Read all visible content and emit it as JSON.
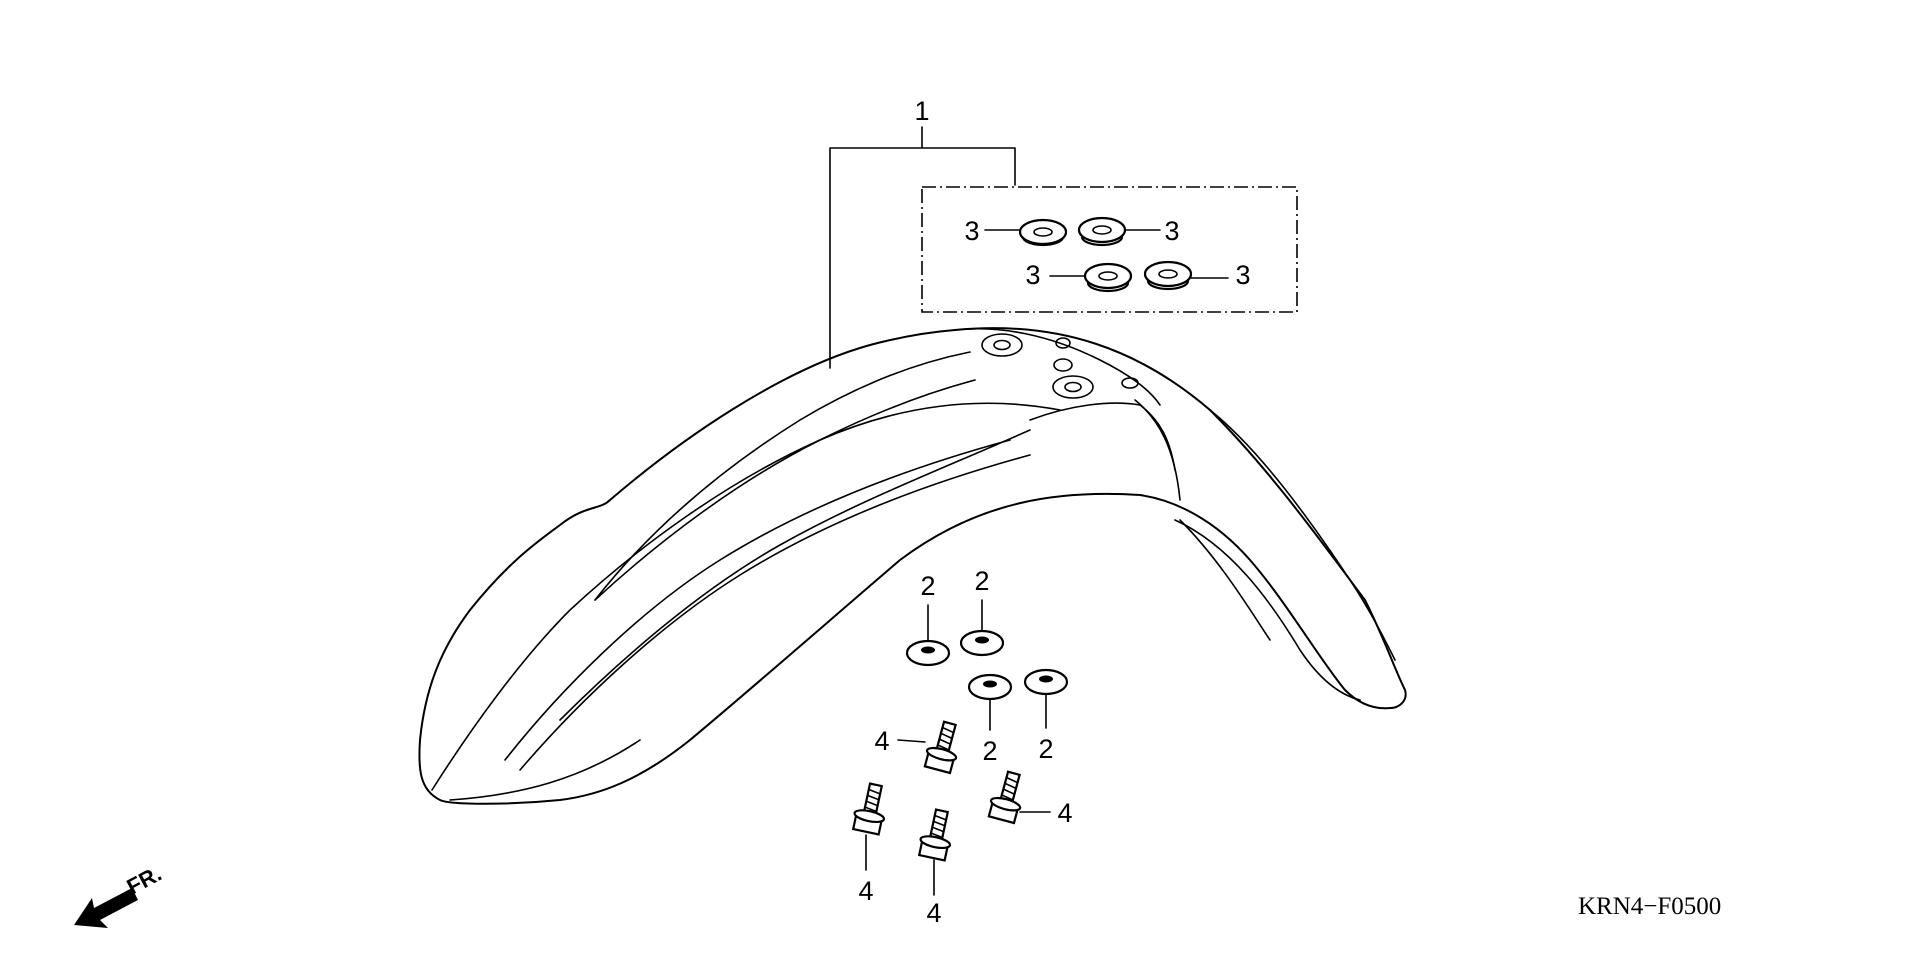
{
  "callouts": {
    "fender_assy": "1",
    "washer": "2",
    "grommet": "3",
    "bolt": "4"
  },
  "direction_label": "FR.",
  "diagram_code": "KRN4−F0500"
}
